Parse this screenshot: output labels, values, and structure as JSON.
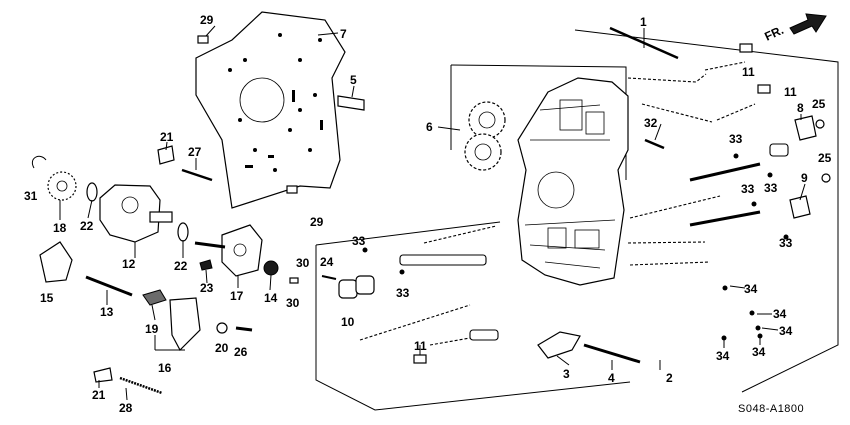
{
  "diagram": {
    "direction_label": "FR.",
    "diagram_code": "S048-A1800",
    "callouts": {
      "c1": "1",
      "c2": "2",
      "c3": "3",
      "c4": "4",
      "c5": "5",
      "c6": "6",
      "c7": "7",
      "c8": "8",
      "c9": "9",
      "c10": "10",
      "c11a": "11",
      "c11b": "11",
      "c11c": "11",
      "c12": "12",
      "c13": "13",
      "c14": "14",
      "c15": "15",
      "c16": "16",
      "c17": "17",
      "c18": "18",
      "c19": "19",
      "c20": "20",
      "c21a": "21",
      "c21b": "21",
      "c22a": "22",
      "c22b": "22",
      "c23": "23",
      "c24": "24",
      "c25a": "25",
      "c25b": "25",
      "c26": "26",
      "c27": "27",
      "c28": "28",
      "c29a": "29",
      "c29b": "29",
      "c30a": "30",
      "c30b": "30",
      "c31": "31",
      "c32": "32",
      "c33a": "33",
      "c33b": "33",
      "c33c": "33",
      "c33d": "33",
      "c33e": "33",
      "c33f": "33",
      "c34a": "34",
      "c34b": "34",
      "c34c": "34",
      "c34d": "34",
      "c34e": "34"
    }
  }
}
